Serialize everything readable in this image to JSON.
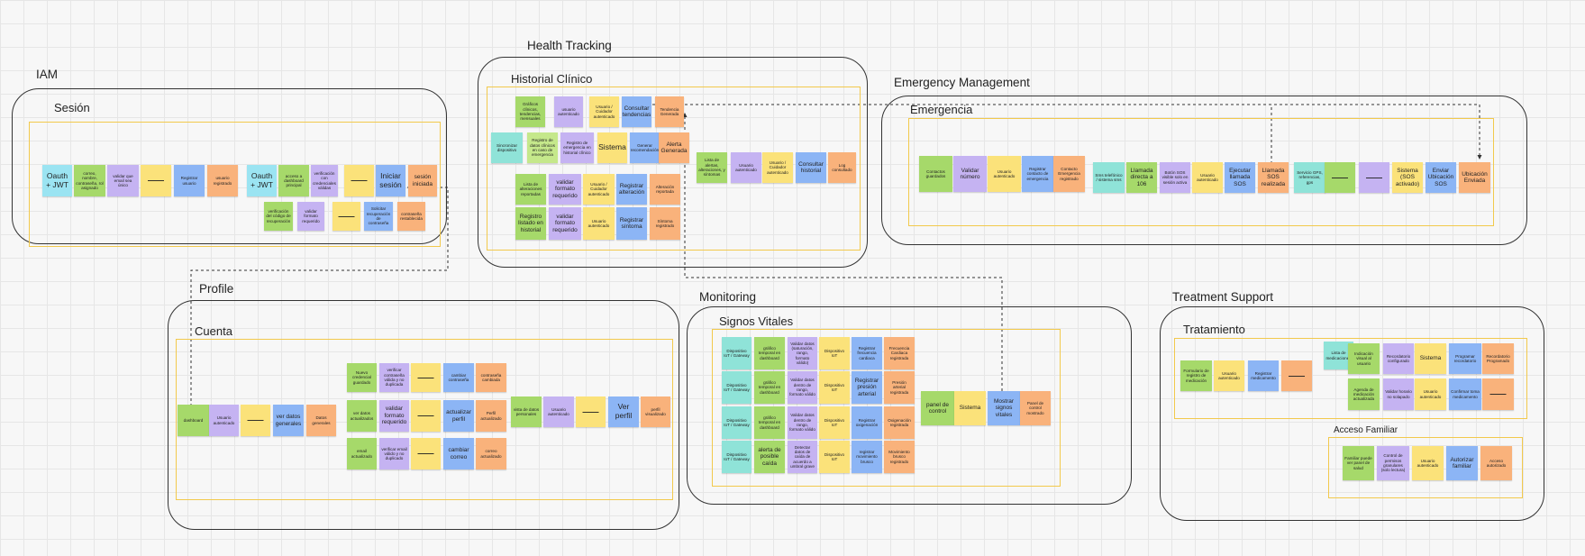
{
  "contexts": {
    "iam": "IAM",
    "health": "Health Tracking",
    "emergency_mgmt": "Emergency Management",
    "profile": "Profile",
    "monitoring": "Monitoring",
    "treatment": "Treatment Support"
  },
  "aggregates": {
    "sesion": "Sesión",
    "historial": "Historial Clínico",
    "emergencia": "Emergencia",
    "cuenta": "Cuenta",
    "signos": "Signos Vitales",
    "tratamiento": "Tratamiento",
    "acceso": "Acceso Familiar"
  },
  "notes": {
    "iam": [
      "Oauth + JWT",
      "correo, nombre, contraseña, rol asignado",
      "validar que email sea único",
      "——",
      "Registrar usuario",
      "usuario registrado",
      "Oauth + JWT",
      "acceso a dashboard principal",
      "verificación con credenciales válidas",
      "——",
      "Iniciar sesión",
      "sesión iniciada",
      "verificación del código de recuperación",
      "validar formato requerido",
      "——",
      "Solicitar recuperación de contraseña",
      "contraseña restablecida"
    ],
    "health": [
      "Gráficos clínicos, tendencias, mensuales",
      "usuario autenticado",
      "Usuario / Cuidador autenticado",
      "Consultar tendencias",
      "Tendencia Generada",
      "Sincronizar dispositivo",
      "Registro de datos clínicos en caso de emergencia",
      "Registro de emergencia en historial clínico",
      "Sistema",
      "Generar recomendación",
      "Alerta Generada",
      "Lista de alertas, alteraciones, y síntomas",
      "Usuario autenticado",
      "Usuario / Cuidador autenticado",
      "Consultar historial",
      "Log consultado",
      "Lista de alteraciones reportadas",
      "validar formato requerido",
      "Usuario / Cuidador autenticado",
      "Registrar alteración",
      "Alteración reportada",
      "Registro listado en historial",
      "validar formato requerido",
      "Usuario autenticado",
      "Registrar síntoma",
      "Síntoma registrado"
    ],
    "emergency": [
      "Contactos guardados",
      "Validar número",
      "Usuario autenticado",
      "Registrar contacto de emergencia",
      "Contacto Emergencia registrado",
      "Sms telefónico / sistema sms",
      "Llamada directa a 106",
      "Botón SOS visible solo en sesión activa",
      "Usuario autenticado",
      "Ejecutar llamada SOS",
      "Llamada SOS realizada",
      "Servicio GPS, referencias, gps",
      "——",
      "——",
      "Sistema (SOS activado)",
      "Enviar Ubicación SOS",
      "Ubicación Enviada"
    ],
    "profile": [
      "dashboard",
      "Usuario autenticado",
      "——",
      "ver datos generales",
      "Datos generales",
      "Nuevo credencial guardado",
      "verificar contraseña válida y no duplicada",
      "——",
      "cambiar contraseña",
      "contraseña cambiada",
      "ver datos actualizados",
      "validar formato requerido",
      "——",
      "actualizar perfil",
      "Perfil actualizado",
      "email actualizado",
      "verificar email válido y no duplicado",
      "——",
      "cambiar correo",
      "correo actualizado",
      "vista de datos personales",
      "Usuario autenticado",
      "——",
      "Ver perfil",
      "perfil visualizado"
    ],
    "monitoring": [
      "Dispositivo IoT / Gateway",
      "gráfico temporal en dashboard",
      "Validar datos (saturación, rango, formato válido)",
      "Dispositivo IoT",
      "Registrar frecuencia cardiaca",
      "Frecuencia Cardiaca registrada",
      "Dispositivo IoT / Gateway",
      "gráfico temporal en dashboard",
      "Validar datos dentro de rango, formato válido",
      "Dispositivo IoT",
      "Registrar presión arterial",
      "Presión arterial registrada",
      "Dispositivo IoT / Gateway",
      "gráfico temporal en dashboard",
      "Validar datos dentro de rango, formato válido",
      "Dispositivo IoT",
      "Registrar oxigenación",
      "Oxigenación registrada",
      "Dispositivo IoT / Gateway",
      "alerta de posible caída",
      "Detectar datos de caída de acuerdo a umbral grave",
      "Dispositivo IoT",
      "registrar movimiento brusco",
      "Movimiento brusco registrado",
      "panel de control",
      "Sistema",
      "Mostrar signos vitales",
      "Panel de control mostrado"
    ],
    "treatment": [
      "Formulario de registro de medicación",
      "Usuario autenticado",
      "Registrar medicamento",
      "——",
      "Lista de medicaciones",
      "Indicación visual al usuario",
      "Recordatorio configurado",
      "Sistema",
      "Programar recordatorio",
      "Recordatorio Programado",
      "Agenda de medicación actualizada",
      "Validar horario no solapado",
      "Usuario autenticado",
      "Confirmar toma medicamento",
      "——",
      "Familiar puede ver panel de salud",
      "Control de permisos granulares (solo lectura)",
      "Usuario autenticado",
      "Autorizar familiar",
      "Acceso autorizado"
    ]
  }
}
